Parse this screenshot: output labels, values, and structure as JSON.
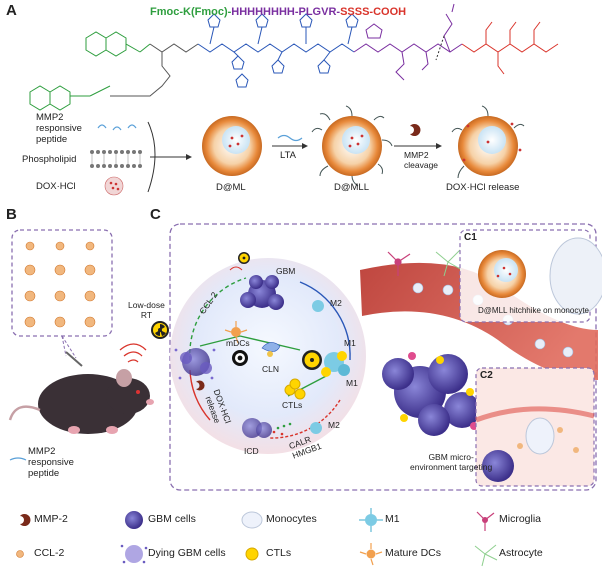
{
  "panels": {
    "a": "A",
    "b": "B",
    "c": "C",
    "c1": "C1",
    "c2": "C2"
  },
  "peptide": {
    "part1": "Fmoc-K(Fmoc)-",
    "part2": "HHHHHHHH-",
    "part3": "PLGVR-",
    "part4": "SSSS-COOH"
  },
  "components": {
    "mmp2": "MMP2",
    "responsive": "responsive",
    "peptide": "peptide",
    "phospholipid": "Phospholipid",
    "dox": "DOX·HCl"
  },
  "stages": {
    "dml": "D@ML",
    "lta": "LTA",
    "dmll": "D@MLL",
    "mmp2": "MMP2",
    "cleavage": "cleavage",
    "release": "DOX·HCl release"
  },
  "panel_b": {
    "mmp2": "MMP2",
    "responsive": "responsive",
    "peptide": "peptide"
  },
  "panel_c": {
    "low_dose": "Low-dose",
    "rt": "RT",
    "ccl2": "CCL-2",
    "gbm": "GBM",
    "m2_top": "M2",
    "m1_a": "M1",
    "mdcs": "mDCs",
    "cln": "CLN",
    "ctls": "CTLs",
    "m1_b": "M1",
    "dox": "DOX·HCl",
    "release": "release",
    "icd": "ICD",
    "calr": "CALR",
    "hmgb1": "HMGB1",
    "m2_bottom": "M2",
    "targeting1": "GBM micro-",
    "targeting2": "environment targeting",
    "hitchhike": "D@MLL hitchhike on monocyte"
  },
  "legend": [
    {
      "icon": "mmp2-icon",
      "label": "MMP-2"
    },
    {
      "icon": "gbm-cell-icon",
      "label": "GBM  cells"
    },
    {
      "icon": "monocyte-icon",
      "label": "Monocytes"
    },
    {
      "icon": "m1-icon",
      "label": "M1"
    },
    {
      "icon": "microglia-icon",
      "label": "Microglia"
    },
    {
      "icon": "ccl2-icon",
      "label": "CCL-2"
    },
    {
      "icon": "dying-gbm-icon",
      "label": "Dying GBM cells"
    },
    {
      "icon": "ctl-icon",
      "label": "CTLs"
    },
    {
      "icon": "mature-dc-icon",
      "label": "Mature DCs"
    },
    {
      "icon": "astrocyte-icon",
      "label": "Astrocyte"
    }
  ],
  "colors": {
    "green": "#2e9e3e",
    "purple": "#7a2fa0",
    "blue": "#2a57b8",
    "red": "#d9342b",
    "orange": "#e8893a",
    "dashed": "#8a6fb0",
    "vessel": "#c8453a"
  }
}
